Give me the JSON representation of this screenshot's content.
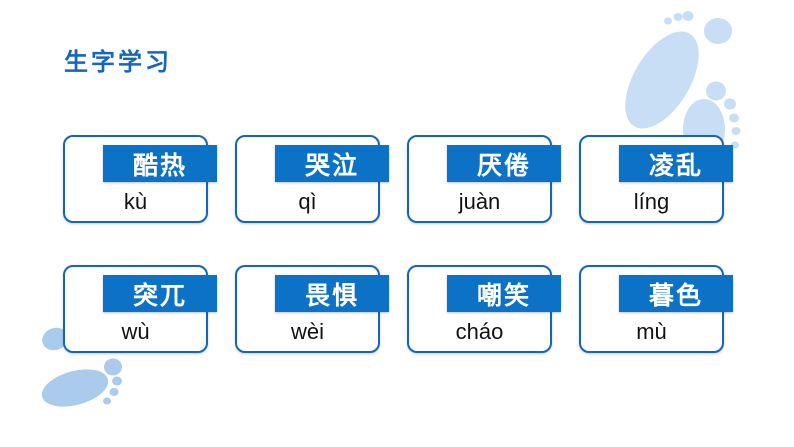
{
  "slide": {
    "title": "生字学习"
  },
  "colors": {
    "title_text": "#1566BD",
    "banner_fill": "#0C72C6",
    "card_border": "#1565BE",
    "card_fill": "#FFFFFF",
    "pinyin_text": "#111111",
    "footprint_top_right": "#C8DEF4",
    "footprint_bottom_left": "#AACBEC"
  },
  "cards": [
    {
      "word": "酷热",
      "pinyin": "kù"
    },
    {
      "word": "哭泣",
      "pinyin": "qì"
    },
    {
      "word": "厌倦",
      "pinyin": "juàn"
    },
    {
      "word": "凌乱",
      "pinyin": "líng"
    },
    {
      "word": "突兀",
      "pinyin": "wù"
    },
    {
      "word": "畏惧",
      "pinyin": "wèi"
    },
    {
      "word": "嘲笑",
      "pinyin": "cháo"
    },
    {
      "word": "暮色",
      "pinyin": "mù"
    }
  ],
  "decor": {
    "top_right": "footprints-icon",
    "bottom_left": "footprint-icon"
  }
}
